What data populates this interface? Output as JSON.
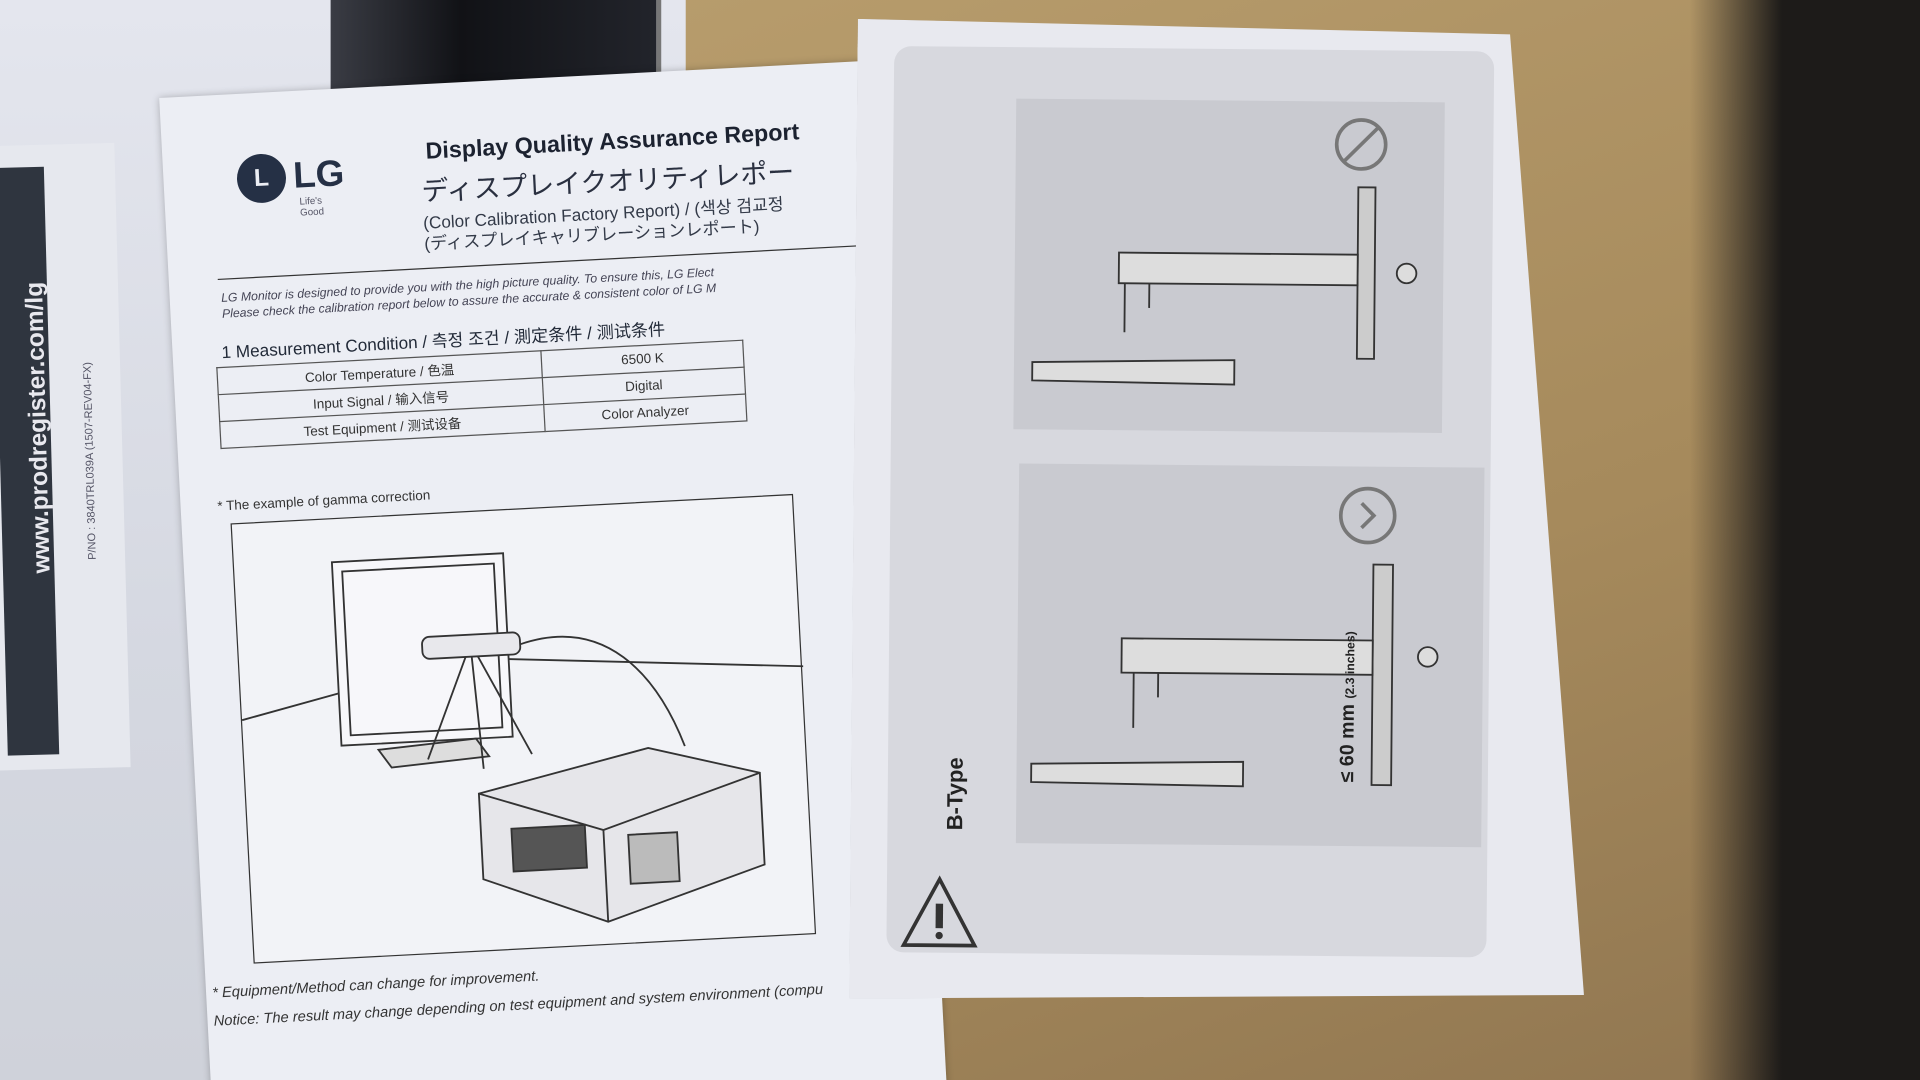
{
  "insert_strip": {
    "url": "www.prodregister.com/lg",
    "part_number": "P/NO : 3840TRL039A (1507-REV04-FX)"
  },
  "report": {
    "logo": {
      "brand": "LG",
      "tagline": "Life's Good"
    },
    "title_en": "Display Quality Assurance Report",
    "title_jp": "ディスプレイクオリティレポー",
    "subtitle_1": "(Color Calibration Factory Report) / (색상 검교정",
    "subtitle_2": "(ディスプレイキャリブレーションレポート)",
    "intro_1": "LG Monitor is designed to provide you with the high picture quality. To ensure this, LG Elect",
    "intro_2": "Please check the calibration report below to assure the accurate & consistent color of LG M",
    "section_title": "1  Measurement Condition / 측정 조건 / 測定条件 / 测试条件",
    "conditions": [
      {
        "label": "Color Temperature / 色温",
        "value": "6500 K"
      },
      {
        "label": "Input Signal / 输入信号",
        "value": "Digital"
      },
      {
        "label": "Test Equipment / 测试设备",
        "value": "Color Analyzer"
      }
    ],
    "figure_caption": "* The example of gamma correction",
    "footnote": "* Equipment/Method can change for improvement.",
    "notice": "Notice: The result may change depending on test equipment and system environment (compu"
  },
  "mount_sheet": {
    "type_label": "B-Type",
    "max_thickness": "≤ 60 mm",
    "max_thickness_in": "(2.3 inches)",
    "icons": [
      "prohibited-icon",
      "ok-check-icon",
      "warning-icon"
    ]
  }
}
